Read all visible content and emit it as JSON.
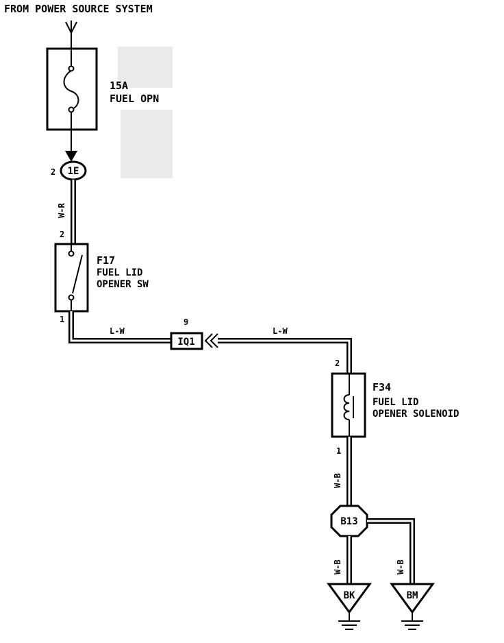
{
  "header": {
    "source_label": "FROM POWER SOURCE SYSTEM"
  },
  "fuse": {
    "rating": "15A",
    "name": "FUEL OPN"
  },
  "junction_1E": {
    "id": "1E",
    "pin": "2"
  },
  "wire_1E_switch": {
    "color_code": "W-R"
  },
  "switch_f17": {
    "pin_top": "2",
    "pin_bottom": "1",
    "id": "F17",
    "name_line1": "FUEL LID",
    "name_line2": "OPENER SW"
  },
  "wire_left": {
    "color_code": "L-W"
  },
  "connector_iq1": {
    "id": "IQ1",
    "pin": "9"
  },
  "wire_right": {
    "color_code": "L-W"
  },
  "solenoid_f34": {
    "pin_top": "2",
    "pin_bottom": "1",
    "id": "F34",
    "name_line1": "FUEL LID",
    "name_line2": "OPENER SOLENOID"
  },
  "wire_f34_b13": {
    "color_code": "W-B"
  },
  "junction_b13": {
    "id": "B13"
  },
  "wire_b13_bk": {
    "color_code": "W-B"
  },
  "wire_b13_bm": {
    "color_code": "W-B"
  },
  "ground_bk": {
    "id": "BK"
  },
  "ground_bm": {
    "id": "BM"
  }
}
